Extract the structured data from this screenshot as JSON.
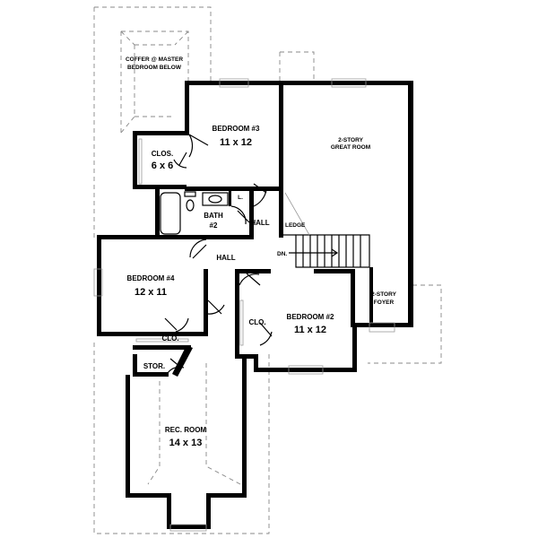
{
  "rooms": {
    "coffer_note_line1": "COFFER @ MASTER",
    "coffer_note_line2": "BEDROOM BELOW",
    "bedroom3_name": "BEDROOM #3",
    "bedroom3_size": "11 x 12",
    "great_room_line1": "2-STORY",
    "great_room_line2": "GREAT ROOM",
    "closet_upper_name": "CLOS.",
    "closet_upper_size": "6 x 6",
    "bath_name": "BATH",
    "bath_number": "#2",
    "linen": "L.",
    "hall_upper": "HALL",
    "ledge": "LEDGE",
    "hall_lower": "HALL",
    "stair_down": "DN.",
    "bedroom4_name": "BEDROOM #4",
    "bedroom4_size": "12 x 11",
    "foyer_line1": "2-STORY",
    "foyer_line2": "FOYER",
    "closet_bed2": "CLO.",
    "bedroom2_name": "BEDROOM #2",
    "bedroom2_size": "11 x 12",
    "closet_bed4": "CLO.",
    "storage": "STOR.",
    "rec_room_name": "REC. ROOM",
    "rec_room_size": "14 x 13"
  }
}
